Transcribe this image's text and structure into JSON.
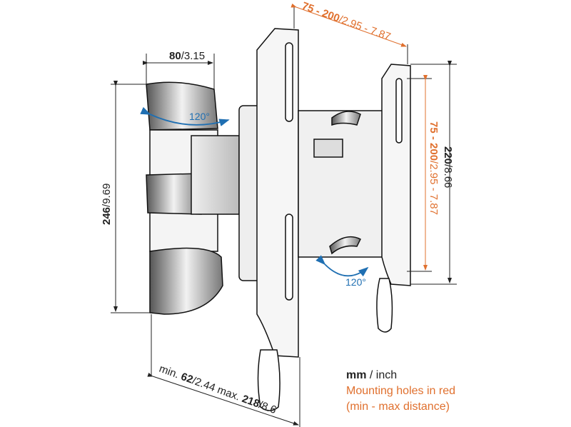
{
  "dimensions": {
    "top_holes": {
      "bold": "75 - 200",
      "rest": "/2.95 - 7.87"
    },
    "side_holes": {
      "bold": "75 - 200",
      "rest": "/2.95 - 7.87"
    },
    "arm_width": {
      "bold": "80",
      "rest": "/3.15"
    },
    "wall_plate_height": {
      "bold": "246",
      "rest": "/9.69"
    },
    "tv_plate_height": {
      "bold": "220",
      "rest": "/8.66"
    },
    "depth": {
      "min_label": "min. ",
      "min_bold": "62",
      "min_rest": "/2.44 max. ",
      "max_bold": "218",
      "max_rest": "/8.6"
    }
  },
  "rotation_labels": [
    "120°",
    "120°"
  ],
  "legend": {
    "units_bold": "mm",
    "units_rest": " / inch",
    "line2": "Mounting holes in red",
    "line3": "(min - max distance)"
  },
  "colors": {
    "mounting_holes": "#e0702e",
    "rotation": "#1f6fb2"
  }
}
